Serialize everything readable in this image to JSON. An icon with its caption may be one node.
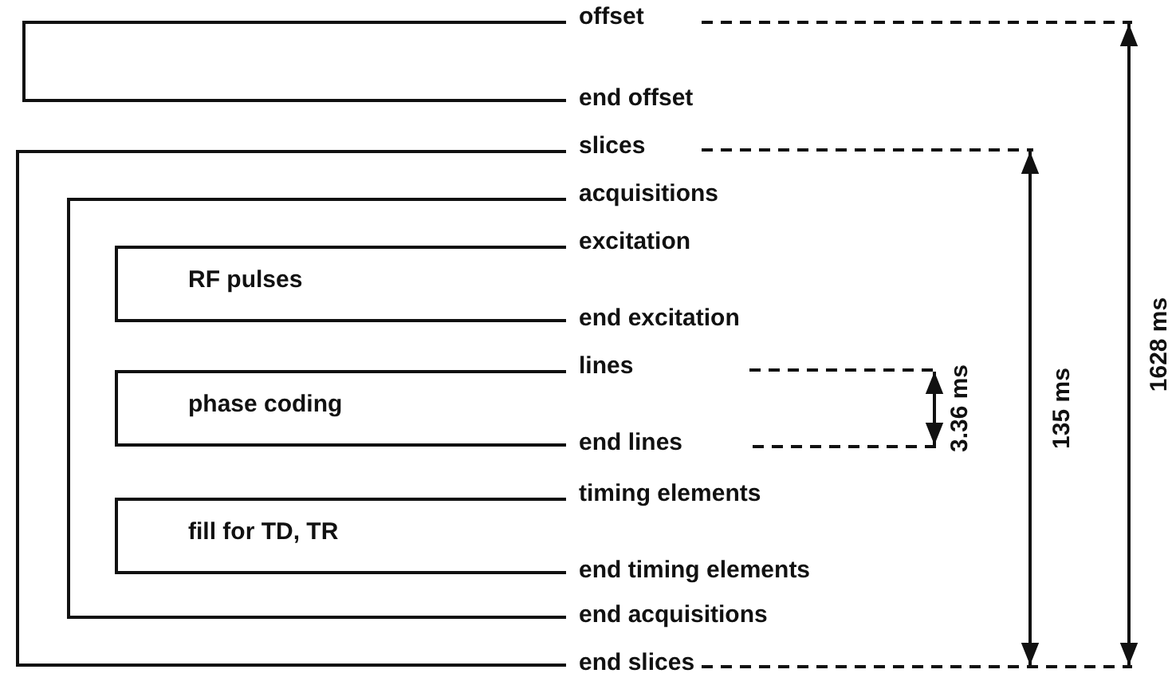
{
  "diagram": {
    "nodes": [
      {
        "text": [
          "offset",
          "end offset"
        ]
      },
      {
        "text": [
          "slices",
          "end slices"
        ]
      },
      {
        "text": [
          "acquisitions",
          "end acquisitions"
        ],
        "in": 1
      },
      {
        "text": [
          "excitation",
          "RF pulses",
          "end excitation"
        ],
        "in": 2
      },
      {
        "text": [
          "lines",
          "phase coding",
          "end lines"
        ],
        "in": 2
      },
      {
        "text": [
          "timing elements",
          "fill for TD, TR",
          "end timing elements"
        ],
        "in": 2
      }
    ],
    "labels": [
      "1628 ms",
      "135 ms",
      "3.36 ms"
    ]
  }
}
